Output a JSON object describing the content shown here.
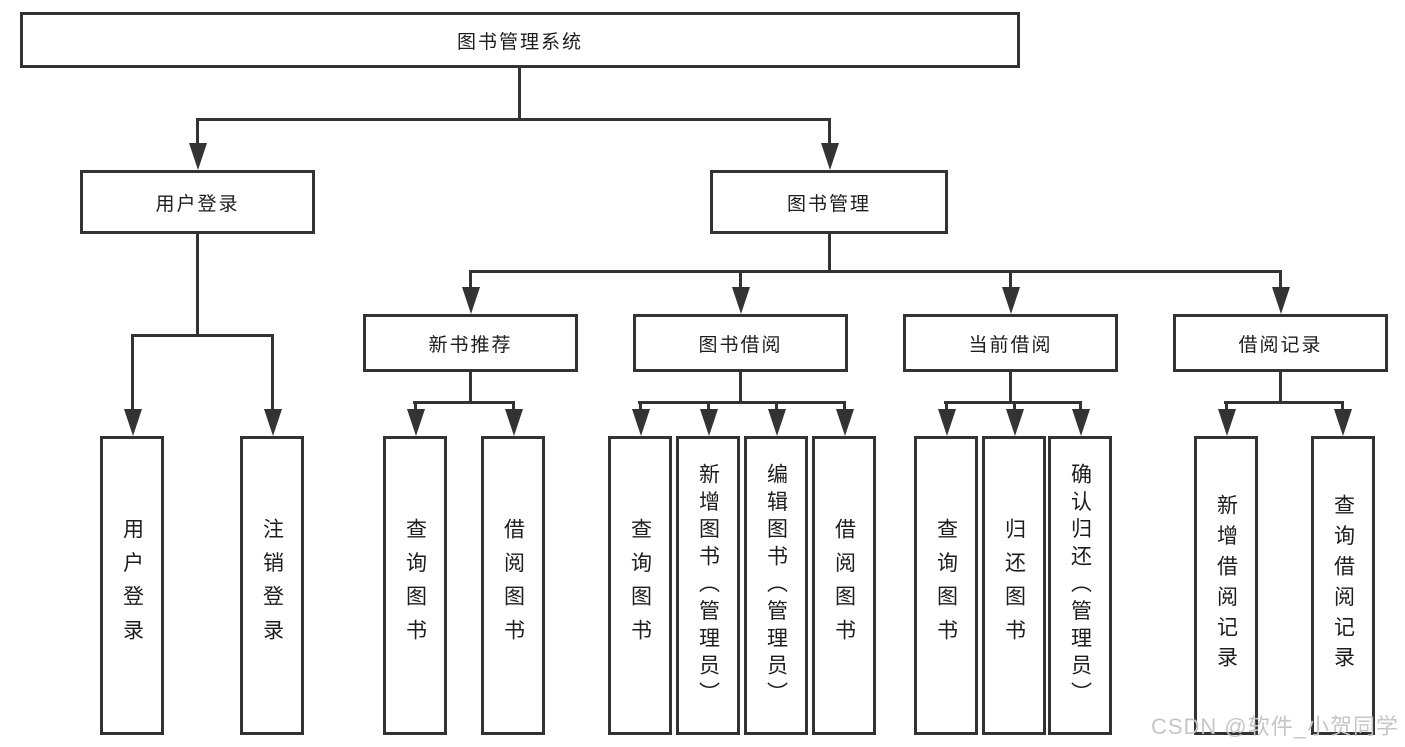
{
  "diagram": {
    "root": "图书管理系统",
    "branches": [
      {
        "label": "用户登录",
        "children": [
          "用户登录",
          "注销登录"
        ]
      },
      {
        "label": "图书管理",
        "groups": [
          {
            "label": "新书推荐",
            "children": [
              "查询图书",
              "借阅图书"
            ]
          },
          {
            "label": "图书借阅",
            "children": [
              "查询图书",
              "新增图书（管理员）",
              "编辑图书（管理员）",
              "借阅图书"
            ]
          },
          {
            "label": "当前借阅",
            "children": [
              "查询图书",
              "归还图书",
              "确认归还（管理员）"
            ]
          },
          {
            "label": "借阅记录",
            "children": [
              "新增借阅记录",
              "查询借阅记录"
            ]
          }
        ]
      }
    ]
  },
  "watermark": "CSDN @软件_小贺同学",
  "colors": {
    "line": "#333333",
    "text": "#1d1d1d",
    "watermark": "#c6c6c6",
    "background": "#ffffff"
  }
}
